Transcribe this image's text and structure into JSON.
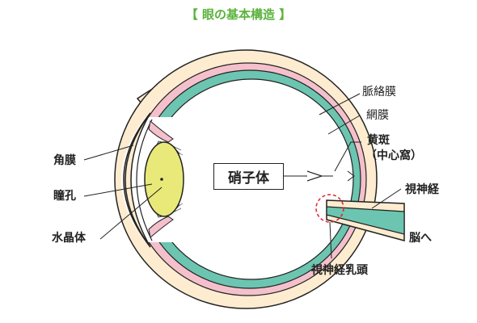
{
  "title": "【 眼の基本構造 】",
  "labels": {
    "choroid": "脈絡膜",
    "retina": "網膜",
    "macula_line1": "黄斑",
    "macula_line2": "（中心窩）",
    "vitreous": "硝子体",
    "cornea": "角膜",
    "pupil": "瞳孔",
    "lens": "水晶体",
    "optic_nerve": "視神経",
    "to_brain": "脳へ",
    "optic_disc": "視神経乳頭"
  },
  "colors": {
    "title_green": "#59b23c",
    "sclera_beige": "#fdecd0",
    "choroid_pink": "#f4c0cc",
    "retina_teal": "#6cc5b0",
    "lens_yellow": "#e9e97a",
    "iris_blue": "#cfeaf0",
    "marker_red": "#e0202a"
  }
}
